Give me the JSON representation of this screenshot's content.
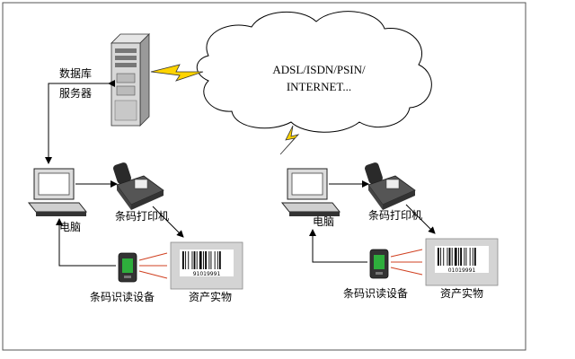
{
  "cloud": {
    "line1": "ADSL/ISDN/PSIN/",
    "line2": "INTERNET..."
  },
  "server": {
    "label_line1": "数据库",
    "label_line2": "服务器"
  },
  "site_left": {
    "pc_label": "电脑",
    "printer_label": "条码打印机",
    "scanner_label": "条码识读设备",
    "asset_label": "资产实物",
    "barcode_text": "91019991"
  },
  "site_right": {
    "pc_label": "电脑",
    "printer_label": "条码打印机",
    "scanner_label": "条码识读设备",
    "asset_label": "资产实物",
    "barcode_text": "01019991"
  },
  "colors": {
    "frame": "#555555",
    "lightning": "#ffd400",
    "scanner_screen": "#2eae3c",
    "scan_beam": "#d04020",
    "label_bg": "#d4d4d4"
  }
}
